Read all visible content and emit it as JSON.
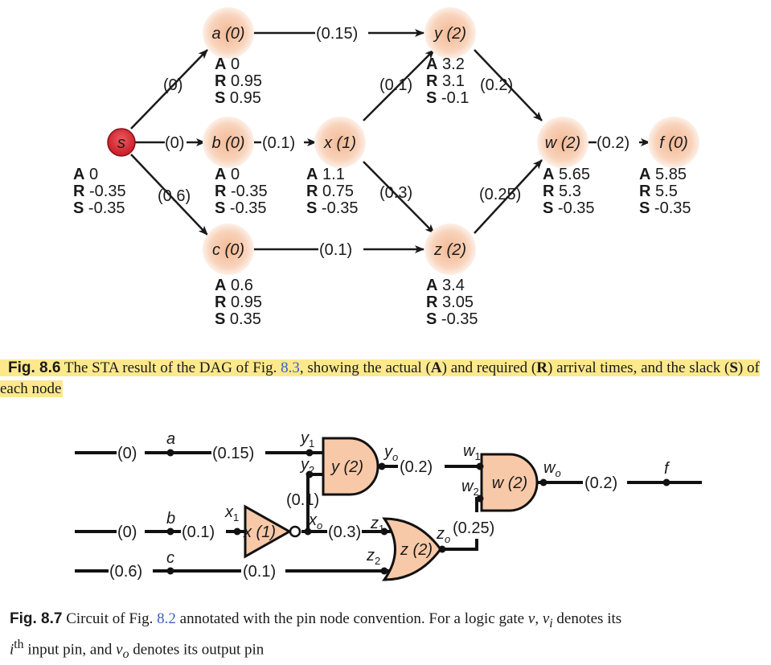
{
  "fig86": {
    "nodes": {
      "s": "s",
      "a": "a (0)",
      "b": "b (0)",
      "c": "c (0)",
      "x": "x (1)",
      "y": "y (2)",
      "z": "z (2)",
      "w": "w (2)",
      "f": "f (0)"
    },
    "edges": {
      "s_a": "(0)",
      "s_b": "(0)",
      "s_c": "(0.6)",
      "a_y": "(0.15)",
      "b_x": "(0.1)",
      "x_y": "(0.1)",
      "x_z": "(0.3)",
      "c_z": "(0.1)",
      "y_w": "(0.2)",
      "z_w": "(0.25)",
      "w_f": "(0.2)"
    },
    "letters": {
      "A": "A",
      "R": "R",
      "S": "S"
    },
    "timing": {
      "s": {
        "A": "0",
        "R": "-0.35",
        "S": "-0.35"
      },
      "a": {
        "A": "0",
        "R": "0.95",
        "S": "0.95"
      },
      "b": {
        "A": "0",
        "R": "-0.35",
        "S": "-0.35"
      },
      "c": {
        "A": "0.6",
        "R": "0.95",
        "S": "0.35"
      },
      "x": {
        "A": "1.1",
        "R": "0.75",
        "S": "-0.35"
      },
      "y": {
        "A": "3.2",
        "R": "3.1",
        "S": "-0.1"
      },
      "z": {
        "A": "3.4",
        "R": "3.05",
        "S": "-0.35"
      },
      "w": {
        "A": "5.65",
        "R": "5.3",
        "S": "-0.35"
      },
      "f": {
        "A": "5.85",
        "R": "5.5",
        "S": "-0.35"
      }
    },
    "caption": {
      "tag": "Fig. 8.6",
      "part1": "The STA result of the DAG of Fig.",
      "ref": "8.3",
      "part2": ", showing the actual (",
      "A": "A",
      "part3": ") and required (",
      "R": "R",
      "part4": ") arrival times, and the slack (",
      "S": "S",
      "part5": ") of each node"
    }
  },
  "fig87": {
    "labels": {
      "a": "a",
      "b": "b",
      "c": "c",
      "f": "f",
      "y1": "y",
      "y1_sub": "1",
      "y2": "y",
      "y2_sub": "2",
      "yo": "y",
      "yo_sub": "o",
      "x1": "x",
      "x1_sub": "1",
      "xo": "x",
      "xo_sub": "o",
      "z1": "z",
      "z1_sub": "1",
      "z2": "z",
      "z2_sub": "2",
      "zo": "z",
      "zo_sub": "o",
      "w1": "w",
      "w1_sub": "1",
      "w2": "w",
      "w2_sub": "2",
      "wo": "w",
      "wo_sub": "o"
    },
    "gates": {
      "y": "y (2)",
      "x": "x (1)",
      "z": "z (2)",
      "w": "w (2)"
    },
    "delays": {
      "a_in": "(0)",
      "a_y": "(0.15)",
      "b_in": "(0)",
      "b_x": "(0.1)",
      "c_in": "(0.6)",
      "c_z": "(0.1)",
      "x_y": "(0.1)",
      "x_z": "(0.3)",
      "y_w": "(0.2)",
      "z_w": "(0.25)",
      "w_f": "(0.2)"
    },
    "caption": {
      "tag": "Fig. 8.7",
      "part1": "Circuit of Fig.",
      "ref": "8.2",
      "part2": "annotated with the pin node convention. For a logic gate",
      "v": "v",
      "comma": ",",
      "vi": "v",
      "vi_sub": "i",
      "part3": "denotes its",
      "i": "i",
      "th": "th",
      "part4": "input pin, and",
      "vo": "v",
      "vo_sub": "o",
      "part5": "denotes its output pin"
    }
  },
  "colors": {
    "node_center": "#f6c7a8",
    "node_edge": "#fdeee4",
    "source_fill": "#e0303a",
    "gate_fill": "#f8c9a8",
    "highlight": "#fde98c",
    "ref_blue": "#3b5fbf"
  }
}
